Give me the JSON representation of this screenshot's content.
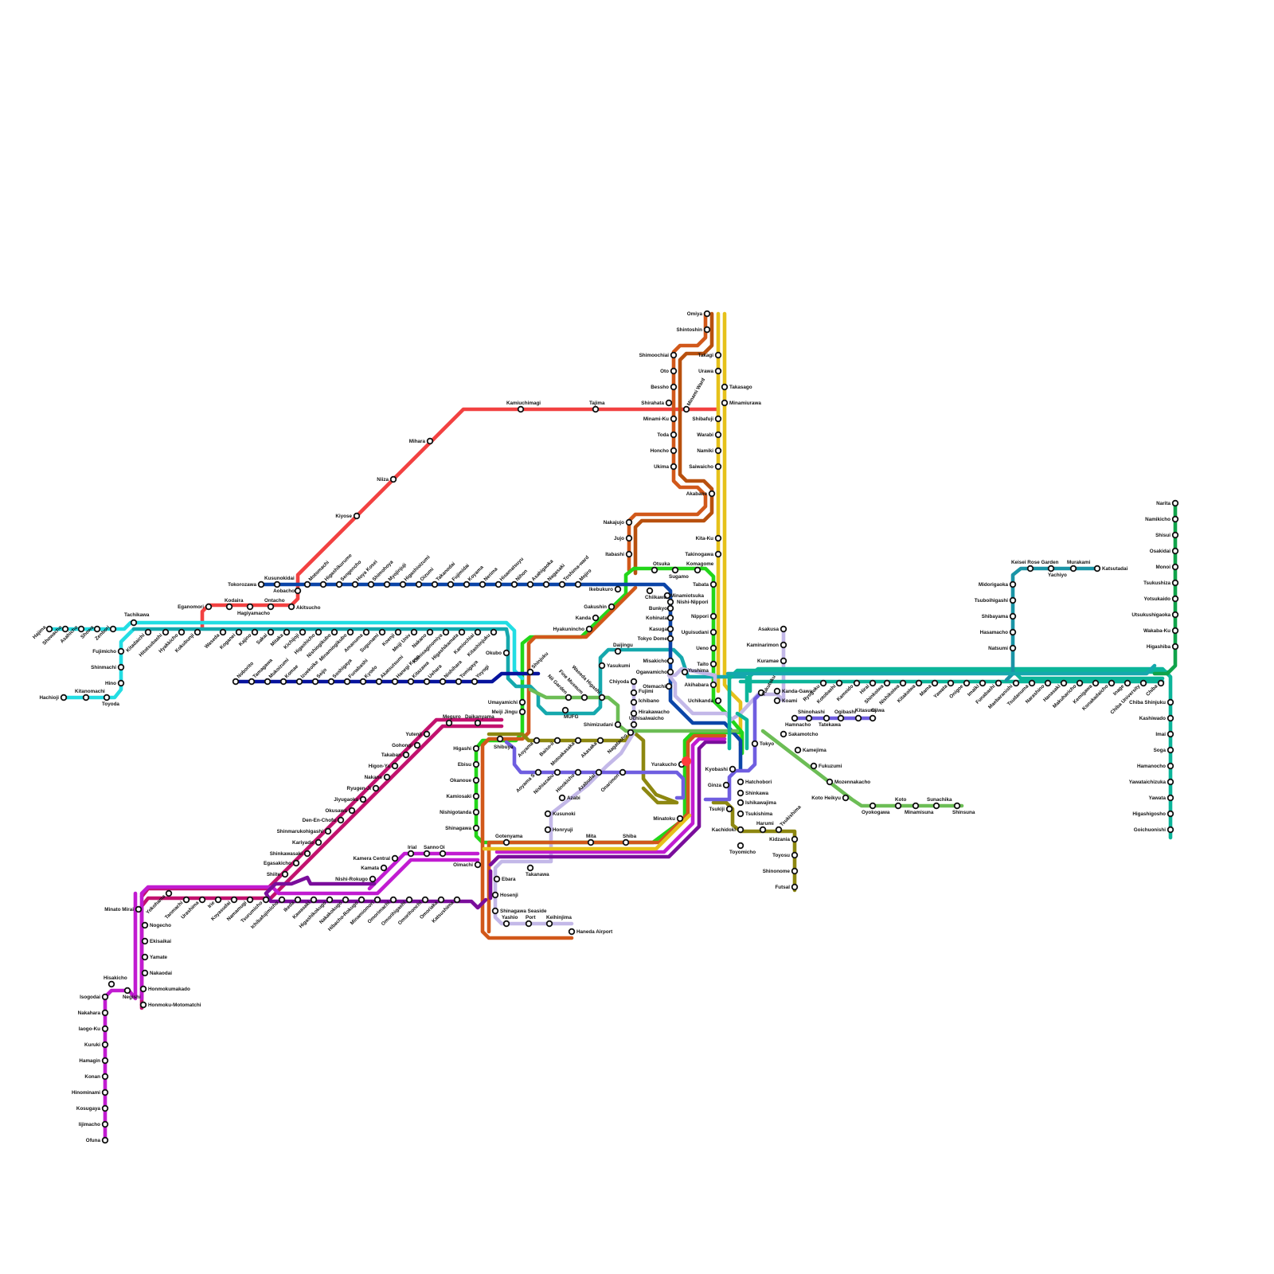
{
  "lines": [
    {
      "name": "cyan-west",
      "color": "#22dde3"
    },
    {
      "name": "teal-central",
      "color": "#15a8ad"
    },
    {
      "name": "navy",
      "color": "#07139d"
    },
    {
      "name": "blue",
      "color": "#0b45a8"
    },
    {
      "name": "red",
      "color": "#f24141"
    },
    {
      "name": "orange",
      "color": "#d1581a"
    },
    {
      "name": "brown",
      "color": "#b8500e"
    },
    {
      "name": "yellow",
      "color": "#e6c11a"
    },
    {
      "name": "green",
      "color": "#22d619"
    },
    {
      "name": "lime",
      "color": "#6cbd55"
    },
    {
      "name": "olive",
      "color": "#8d8710"
    },
    {
      "name": "lavender",
      "color": "#c3b8e8"
    },
    {
      "name": "indigo",
      "color": "#6f5ee0"
    },
    {
      "name": "magenta",
      "color": "#c11bd1"
    },
    {
      "name": "crimson",
      "color": "#c2116e"
    },
    {
      "name": "purple",
      "color": "#7a0d9b"
    },
    {
      "name": "sea-green",
      "color": "#0cb59a"
    },
    {
      "name": "forest",
      "color": "#10a34a"
    },
    {
      "name": "petrol",
      "color": "#1a94a6"
    }
  ],
  "labels": [
    "Hajima",
    "Showacho",
    "Asahicho",
    "Showa",
    "Zenbori",
    "Tachikawa",
    "Kitadaichi",
    "Hitotsubashi",
    "Hyakkicho",
    "Kokubunji",
    "Fujimicho",
    "Shinmachi",
    "Hino",
    "Hachioji",
    "Kitanomachi",
    "Toyoda",
    "Eganomori",
    "Kodaira",
    "Hagiyamacho",
    "Ontacho",
    "Akitsucho",
    "Tokorozawa",
    "Kusunokidai",
    "Aobacho",
    "Motomachi",
    "Higashikurume",
    "Sengencho",
    "Hoya Kosei",
    "Shimohoya",
    "Myojinjuji",
    "Higashioizumi",
    "Oizumi",
    "Takanodai",
    "Fujimidai",
    "Koyama",
    "Nerima",
    "Hisamatsuyu",
    "Nihon",
    "Asahigaoka",
    "Nagasaki",
    "Toshima-ward",
    "Mejiro",
    "Ikebukuro",
    "Kiyose",
    "Niiza",
    "Mihara",
    "Kamiuchimagi",
    "Tajima",
    "Waseda",
    "Koganei",
    "Kajino",
    "Sakai",
    "Mitaka",
    "Kichijoji",
    "Higashicho",
    "Nishiogikubo",
    "Minamiogikubo",
    "Amanuma",
    "Sugunami",
    "Koenji",
    "Meiji Univ",
    "Nakano",
    "Kamisaginomiya",
    "Higashikamata",
    "Kamiochiai",
    "Kitashinjuku",
    "Okubo",
    "Shinjuku",
    "Noborito",
    "Tamagawa",
    "Mukoizumi",
    "Komae",
    "Izuekoike",
    "Seijo",
    "Soshigaya",
    "Funabashi",
    "Kyodo",
    "Akatsutsumi",
    "Hanegi Koen",
    "Kitazawa",
    "Uehara",
    "Nishihara",
    "Tomigaya",
    "Yoyogi",
    "Hyakunincho",
    "Gakushin",
    "Kanda",
    "Otsuka",
    "Sugamo",
    "Komagome",
    "Chiikawa",
    "Minamiotsuka",
    "Nishi-Nippori",
    "Bunkyo",
    "Kohinata",
    "Kasuga",
    "Tokyo Dome",
    "Misakicho",
    "Ogawamicho",
    "Otemachi",
    "Yushima",
    "Daijingu",
    "Yasukumi",
    "Chiyoda",
    "Fujimi",
    "Ichibano",
    "Hirakawacho",
    "Uchisaiwaicho",
    "Waseda Higashi",
    "Fine Museum",
    "Nii Garden",
    "MUFG",
    "Shimizudani",
    "Umayamichi",
    "Meiji Jingu",
    "Shibuya",
    "Nakajujo",
    "Jujo",
    "Itabashi",
    "Omiya",
    "Shintoshin",
    "Shimoochiai",
    "Oto",
    "Bessho",
    "Shirahata",
    "Minami Ward",
    "Minami-Ku",
    "Toda",
    "Honcho",
    "Ukima",
    "Takagi",
    "Urawa",
    "Takasago",
    "Minamiurawa",
    "Shibafuji",
    "Warabi",
    "Namiki",
    "Saiwaicho",
    "Akabane",
    "Kita-Ku",
    "Takinogawa",
    "Tabata",
    "Nippori",
    "Uguisudani",
    "Ueno",
    "Taito",
    "Akihabara",
    "Uchikanda",
    "Tokyo",
    "Yurakucho",
    "Kyobashi",
    "Ginza",
    "Tsukiji",
    "Kachidoki",
    "Hatchobori",
    "Shinkawa",
    "Ishikawajima",
    "Tsukishima",
    "Toyomicho",
    "Harumi",
    "Tsukishima",
    "Kidzania",
    "Toyosu",
    "Shinonome",
    "Futsal",
    "Asakusa",
    "Kaminarimon",
    "Kuramae",
    "Kanda-Gawa",
    "Koami",
    "Fukutoku",
    "Hamnacho",
    "Shinohashi",
    "Tatekawa",
    "Ogibashi",
    "Kitasuna",
    "Ojiwa",
    "Sakamotcho",
    "Kamejima",
    "Fukuzumi",
    "Mozennakacho",
    "Koto Heikyu",
    "Oyokogawa",
    "Koto",
    "Minamisuna",
    "Sunachika",
    "Shinsuna",
    "Ryogoku",
    "Kotobashi",
    "Kameido",
    "Hirai",
    "Shinkoiwa",
    "Nishikoiwa",
    "Kitakoiwa",
    "Mama",
    "Yawata",
    "Onigoe",
    "Imaiki",
    "Funabashi",
    "Maebaranishi",
    "Tsudanuma",
    "Narashino",
    "Hanasaki",
    "Makuharicho",
    "Kemigawa",
    "Konakadaicho",
    "Inage",
    "Chiba University",
    "Chiba",
    "Chiba Shinjuku",
    "Kashiwado",
    "Imai",
    "Soga",
    "Hamanocho",
    "Yawataichizuka",
    "Yawata",
    "Higashigosho",
    "Goichuonishi",
    "Narita",
    "Namikicho",
    "Shisui",
    "Osakidai",
    "Monoi",
    "Tsukushiza",
    "Yotsukaido",
    "Utsukushigaoka",
    "Wakaba-Ku",
    "Higashiba",
    "Keisei Rose Garden",
    "Yachiyo",
    "Murakami",
    "Katsutadai",
    "Midorigaoka",
    "Tsuboihigashi",
    "Shibayama",
    "Hasamacho",
    "Natsumi",
    "Higashi",
    "Ebisu",
    "Okanoue",
    "Kamiosaki",
    "Nishigotanda",
    "Shinagawa",
    "Gotenyama",
    "Takanawa",
    "Mita",
    "Shiba",
    "Minatoku",
    "Aoyama",
    "Baiso-ii",
    "Motoakasaka",
    "Akasaka",
    "Nagatacho",
    "Aoyama S",
    "Nishiazabu",
    "Hinokicho",
    "Azabudai",
    "Onarimon",
    "Azabi",
    "Kusunoki",
    "Honryuji",
    "Meguro",
    "Daikanyama",
    "Yutenji",
    "Gohongi",
    "Takaban",
    "Higon-Ya",
    "Nakane",
    "Ryugen-Ji",
    "Jiyugaoka",
    "Okusawa",
    "Den-En-Chofu",
    "Shinmarukohigashi",
    "Kariyado",
    "Shinkawasaki",
    "Egasakicho",
    "Shiite",
    "Kamera Central",
    "Irial",
    "Sanno",
    "Oi",
    "Kamata",
    "Nishi-Rokugo",
    "Oimachi",
    "Ebara",
    "Hosenji",
    "Shinagawa Seaside",
    "Yashio",
    "Port",
    "Keihinjima",
    "Haneda Airport",
    "Yokohama",
    "Tanmachi",
    "Urashima",
    "Irie",
    "Koyasudai",
    "Namamugi",
    "Tsurumicho",
    "Ichibafujimicho",
    "Ikeda",
    "Kawasaki",
    "Higashikokugo",
    "Nakakokugo",
    "Hibacho-Rokugo",
    "Minamiomori",
    "Omorimachi",
    "Omorihigashi",
    "Omorihonchi",
    "Omoriaka",
    "Katsushima",
    "Minato Mirai",
    "Nogecho",
    "Ekisaikai",
    "Yamate",
    "Nakaodai",
    "Honmokumakado",
    "Honmoku-Motomatchi",
    "Hisakicho",
    "Negishi",
    "Isogodai",
    "Nakahara",
    "Iaogo-Ku",
    "Kuruki",
    "Hamagin",
    "Konan",
    "Hinominami",
    "Kosugaya",
    "Iijimacho",
    "Ofuna"
  ]
}
